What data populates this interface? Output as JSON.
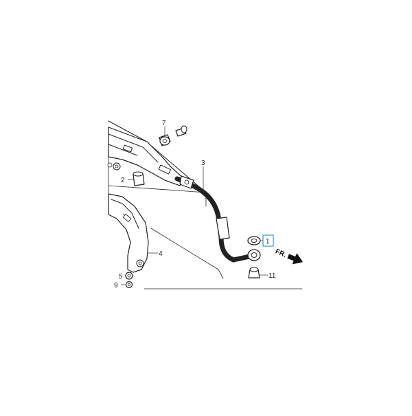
{
  "diagram": {
    "callouts": [
      {
        "id": "1",
        "label": "1",
        "highlighted": true
      },
      {
        "id": "2",
        "label": "2"
      },
      {
        "id": "3",
        "label": "3"
      },
      {
        "id": "4",
        "label": "4"
      },
      {
        "id": "5",
        "label": "5"
      },
      {
        "id": "7",
        "label": "7"
      },
      {
        "id": "9",
        "label": "9"
      },
      {
        "id": "11",
        "label": "11"
      }
    ],
    "direction_label": "FR.",
    "highlight_color": "#3aa0c8"
  }
}
